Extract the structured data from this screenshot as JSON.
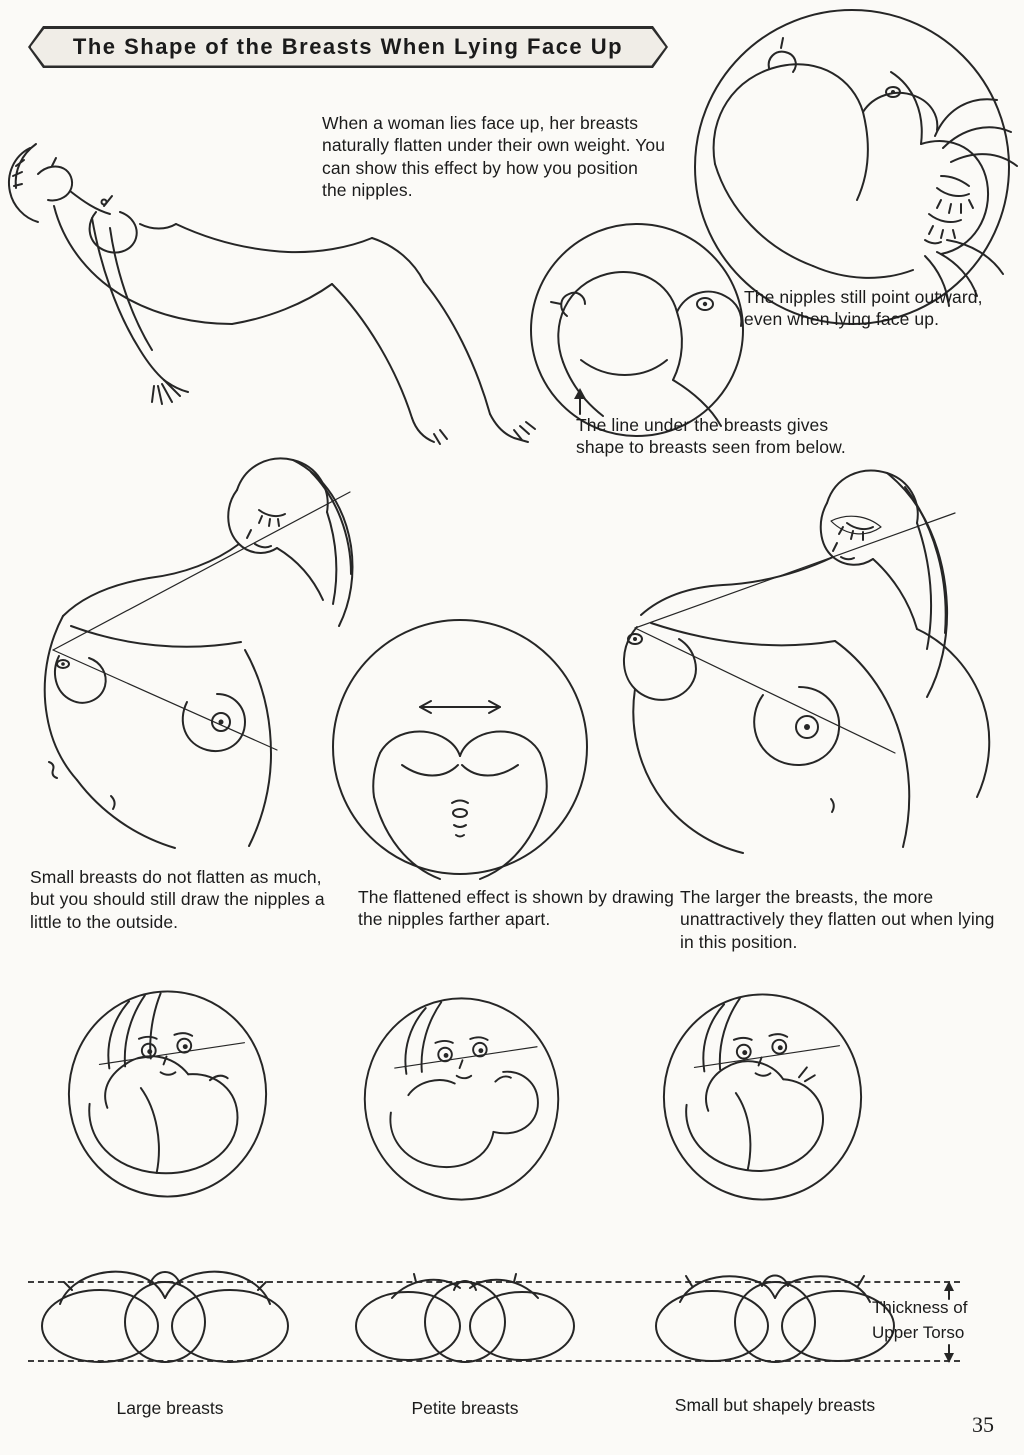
{
  "page": {
    "title": "The Shape of the Breasts When Lying Face Up",
    "page_number": "35"
  },
  "notes": {
    "intro": "When a woman lies face up, her breasts naturally flatten under their own weight. You can show this effect by how you position the nipples.",
    "nipples_outward": "The nipples still point outward, even when lying face up.",
    "underline_shape": "The line under the breasts gives shape to breasts seen from below.",
    "small_breasts": "Small breasts do not flatten as much, but you should still draw the nipples a little to the outside.",
    "flattened_effect": "The flattened effect is shown by drawing the nipples farther apart.",
    "large_breasts": "The larger the breasts, the more unattractively they flatten out when lying in this position."
  },
  "diagram": {
    "thickness_label": "Thickness of Upper Torso",
    "captions": [
      "Large breasts",
      "Petite breasts",
      "Small but shapely breasts"
    ]
  }
}
